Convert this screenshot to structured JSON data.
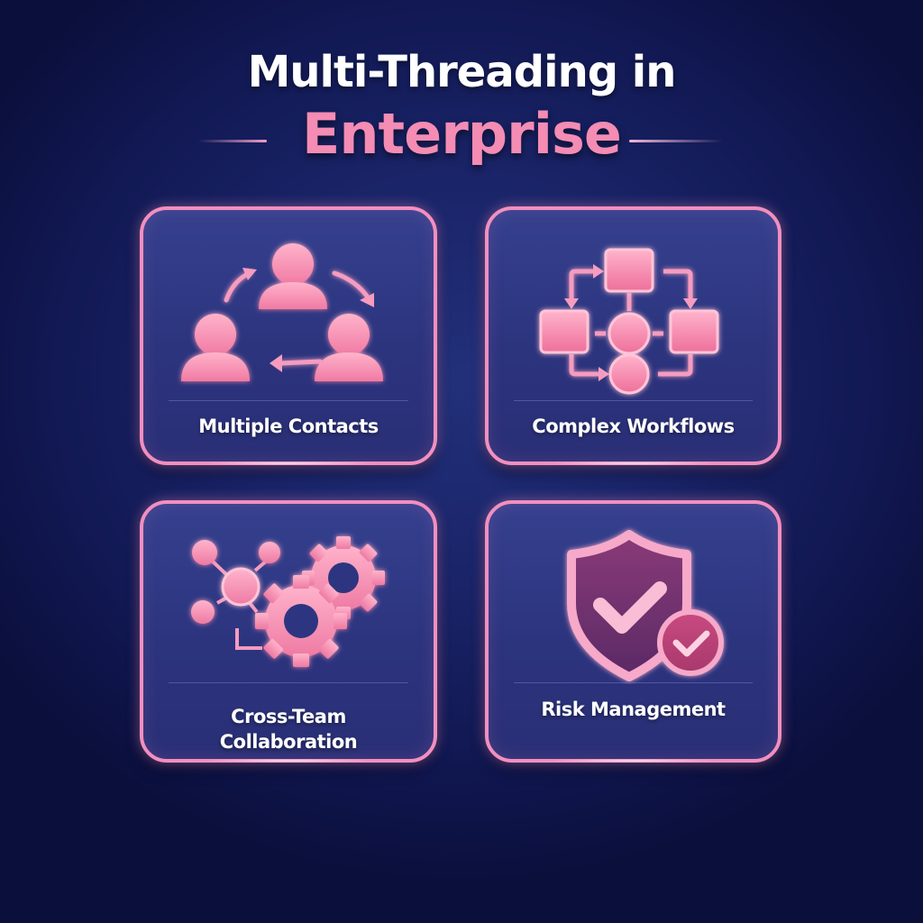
{
  "title": {
    "line1": "Multi-Threading in",
    "line2": "Enterprise"
  },
  "colors": {
    "background": "#1a2468",
    "accent_pink": "#f48cb4",
    "card_border": "#f28fbf",
    "card_fill": "#2f3882",
    "title_white": "#ffffff"
  },
  "cards": [
    {
      "label": "Multiple Contacts",
      "icon": "people-cycle-icon"
    },
    {
      "label": "Complex Workflows",
      "icon": "workflow-diagram-icon"
    },
    {
      "label_line1": "Cross-Team",
      "label_line2": "Collaboration",
      "icon": "network-gears-icon"
    },
    {
      "label": "Risk Management",
      "icon": "shield-check-icon"
    }
  ]
}
